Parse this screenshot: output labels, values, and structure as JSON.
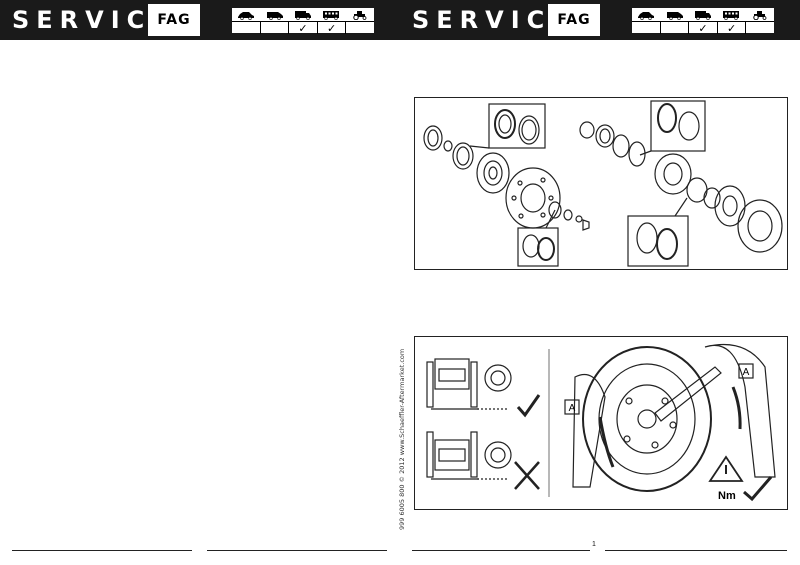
{
  "header": {
    "service_label": "SERVICE",
    "brand": "FAG",
    "vehicle_icons": [
      "car-icon",
      "van-icon",
      "truck-icon",
      "bus-icon",
      "tractor-icon"
    ],
    "vehicle_checks": [
      "",
      "",
      "✓",
      "✓",
      ""
    ]
  },
  "figures": {
    "fig2": {
      "label_a_left": "A",
      "label_a_right": "A",
      "torque_unit": "Nm"
    }
  },
  "copyright": "999 6005 800   © 2012 www.Schaeffler-Aftermarket.com",
  "page_number": "1"
}
